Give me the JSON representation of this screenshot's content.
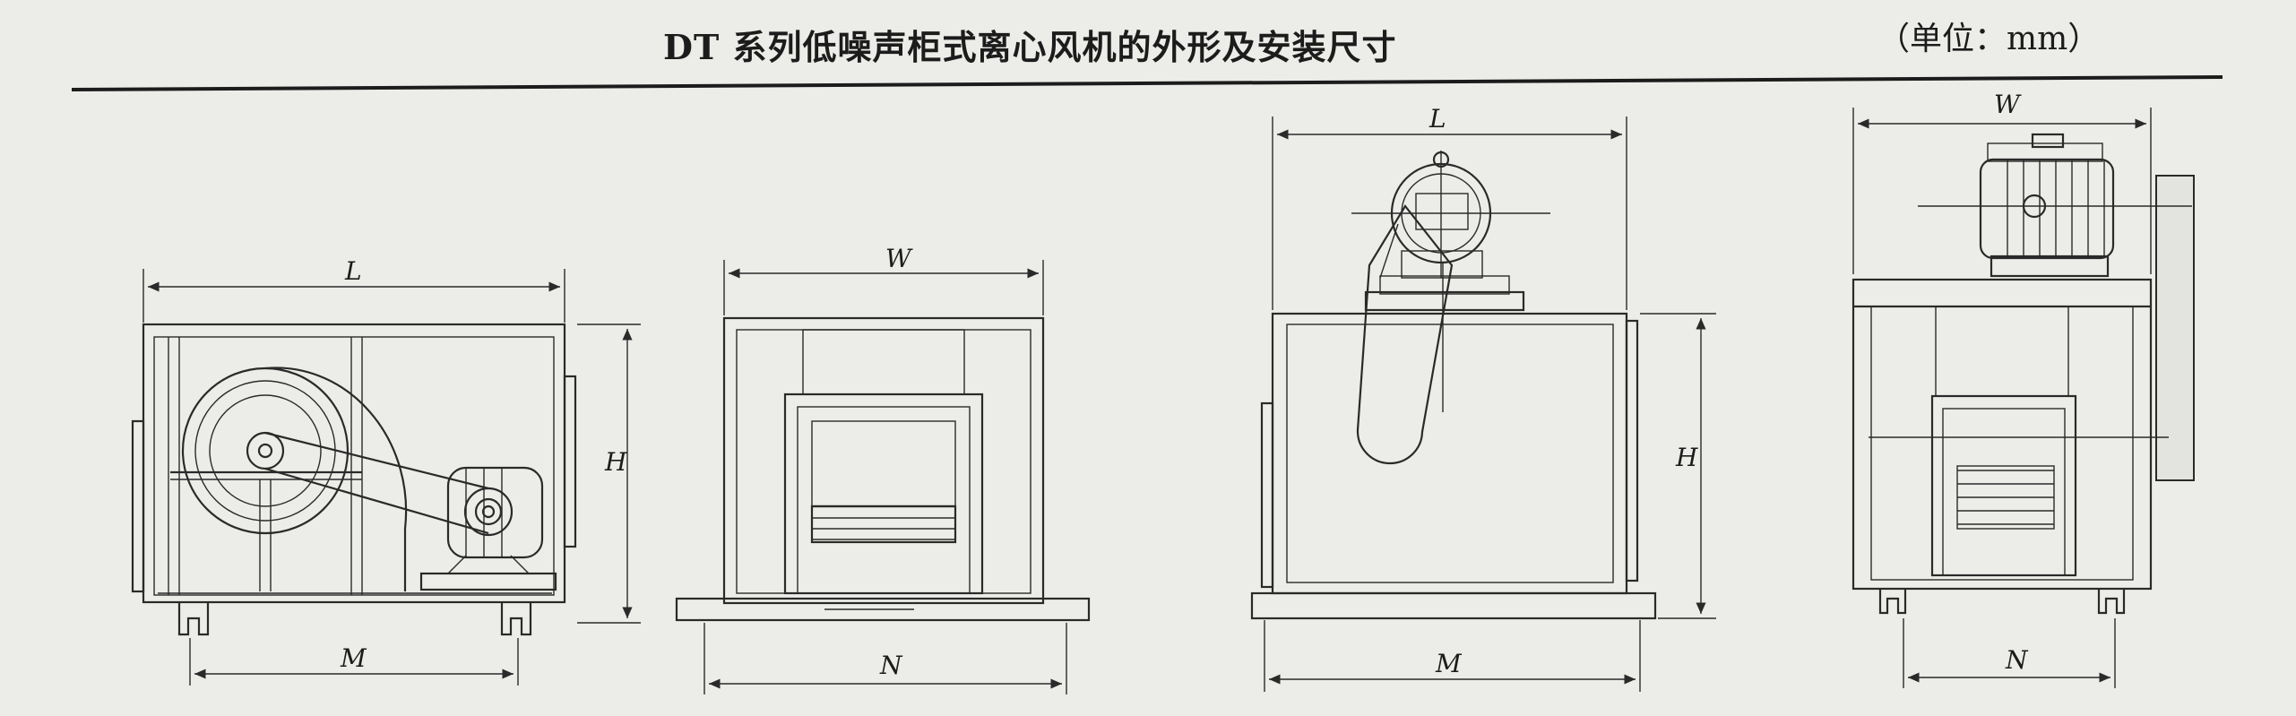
{
  "header": {
    "title": "DT 系列低噪声柜式离心风机的外形及安装尺寸",
    "unit": "（单位：mm）"
  },
  "views": [
    {
      "name": "side-view-belt-drive",
      "labels": {
        "top": "L",
        "right": "H",
        "bottom": "M"
      }
    },
    {
      "name": "front-view-belt-drive",
      "labels": {
        "top": "W",
        "bottom": "N"
      }
    },
    {
      "name": "side-view-direct-drive",
      "labels": {
        "top": "L",
        "right": "H",
        "bottom": "M"
      }
    },
    {
      "name": "front-view-direct-drive",
      "labels": {
        "top": "W",
        "bottom": "N"
      }
    }
  ]
}
